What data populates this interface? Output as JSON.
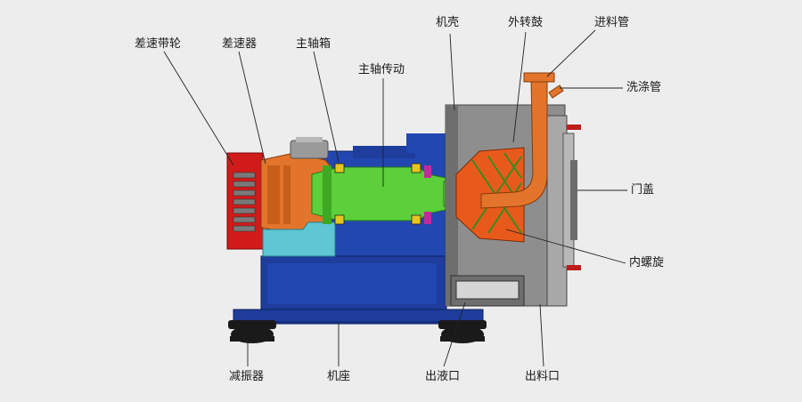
{
  "labels": {
    "belt_wheel": "差速带轮",
    "differential": "差速器",
    "spindle_box": "主轴箱",
    "spindle_drive": "主轴传动",
    "casing": "机壳",
    "outer_drum": "外转鼓",
    "feed_pipe": "进料管",
    "wash_pipe": "洗涤管",
    "door_cover": "门盖",
    "inner_spiral": "内螺旋",
    "damper": "减振器",
    "base": "机座",
    "liquid_outlet": "出液口",
    "solid_outlet": "出料口"
  }
}
